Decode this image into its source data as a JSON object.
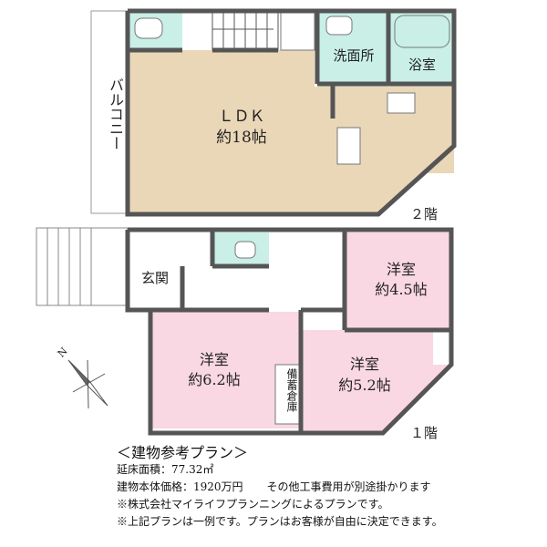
{
  "colors": {
    "ldk": "#ead7b8",
    "wet": "#c9efe7",
    "bedroom": "#f9d7e3",
    "wall": "#555555"
  },
  "floor2": {
    "label": "２階",
    "balcony": "バルコニー",
    "ldk": "ＬＤＫ",
    "ldk_size": "約18帖",
    "washroom": "洗面所",
    "bath": "浴室"
  },
  "floor1": {
    "label": "１階",
    "entrance": "玄関",
    "room_a": "洋室",
    "room_a_size": "約4.5帖",
    "room_b": "洋室",
    "room_b_size": "約6.2帖",
    "room_c": "洋室",
    "room_c_size": "約5.2帖",
    "storage": "備蓄倉庫"
  },
  "compass": {
    "label": "N"
  },
  "notes": {
    "title": "＜建物参考プラン＞",
    "area": "延床面積：77.32㎡",
    "price": "建物本体価格：1920万円",
    "extra": "その他工事費用が別途掛かります",
    "note1": "※株式会社マイライフプランニングによるプランです。",
    "note2": "※上記プランは一例です。プランはお客様が自由に決定できます。"
  }
}
